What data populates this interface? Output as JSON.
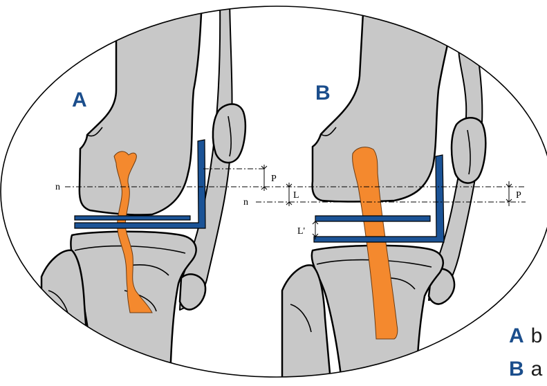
{
  "panels": {
    "a_letter": "A",
    "b_letter": "B"
  },
  "labels": {
    "n_left": "n",
    "n_right": "n",
    "P_left": "P",
    "L": "L",
    "L_prime": "L'",
    "P_right": "P"
  },
  "legend": [
    {
      "key": "A",
      "text": "b"
    },
    {
      "key": "B",
      "text": "a"
    }
  ],
  "colors": {
    "plate": "#1b5396",
    "ligament": "#f4892e",
    "bone": "#c8c8c8",
    "letters": "#1b4e8c"
  }
}
